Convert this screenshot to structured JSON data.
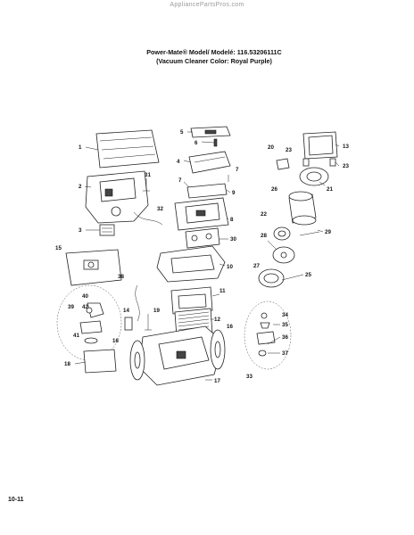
{
  "watermark": "AppliancePartsPros.com",
  "title_line1": "Power-Mate® Model/ Modelé: 116.53206111C",
  "title_line2": "(Vacuum Cleaner Color: Royal Purple)",
  "page_number": "10-11",
  "callouts": [
    "1",
    "2",
    "3",
    "4",
    "5",
    "6",
    "7",
    "7",
    "8",
    "9",
    "10",
    "11",
    "12",
    "13",
    "14",
    "15",
    "16",
    "16",
    "17",
    "18",
    "19",
    "20",
    "21",
    "22",
    "23",
    "23",
    "25",
    "26",
    "27",
    "28",
    "29",
    "30",
    "31",
    "32",
    "33",
    "34",
    "35",
    "36",
    "37",
    "38",
    "39",
    "40",
    "41",
    "42"
  ]
}
